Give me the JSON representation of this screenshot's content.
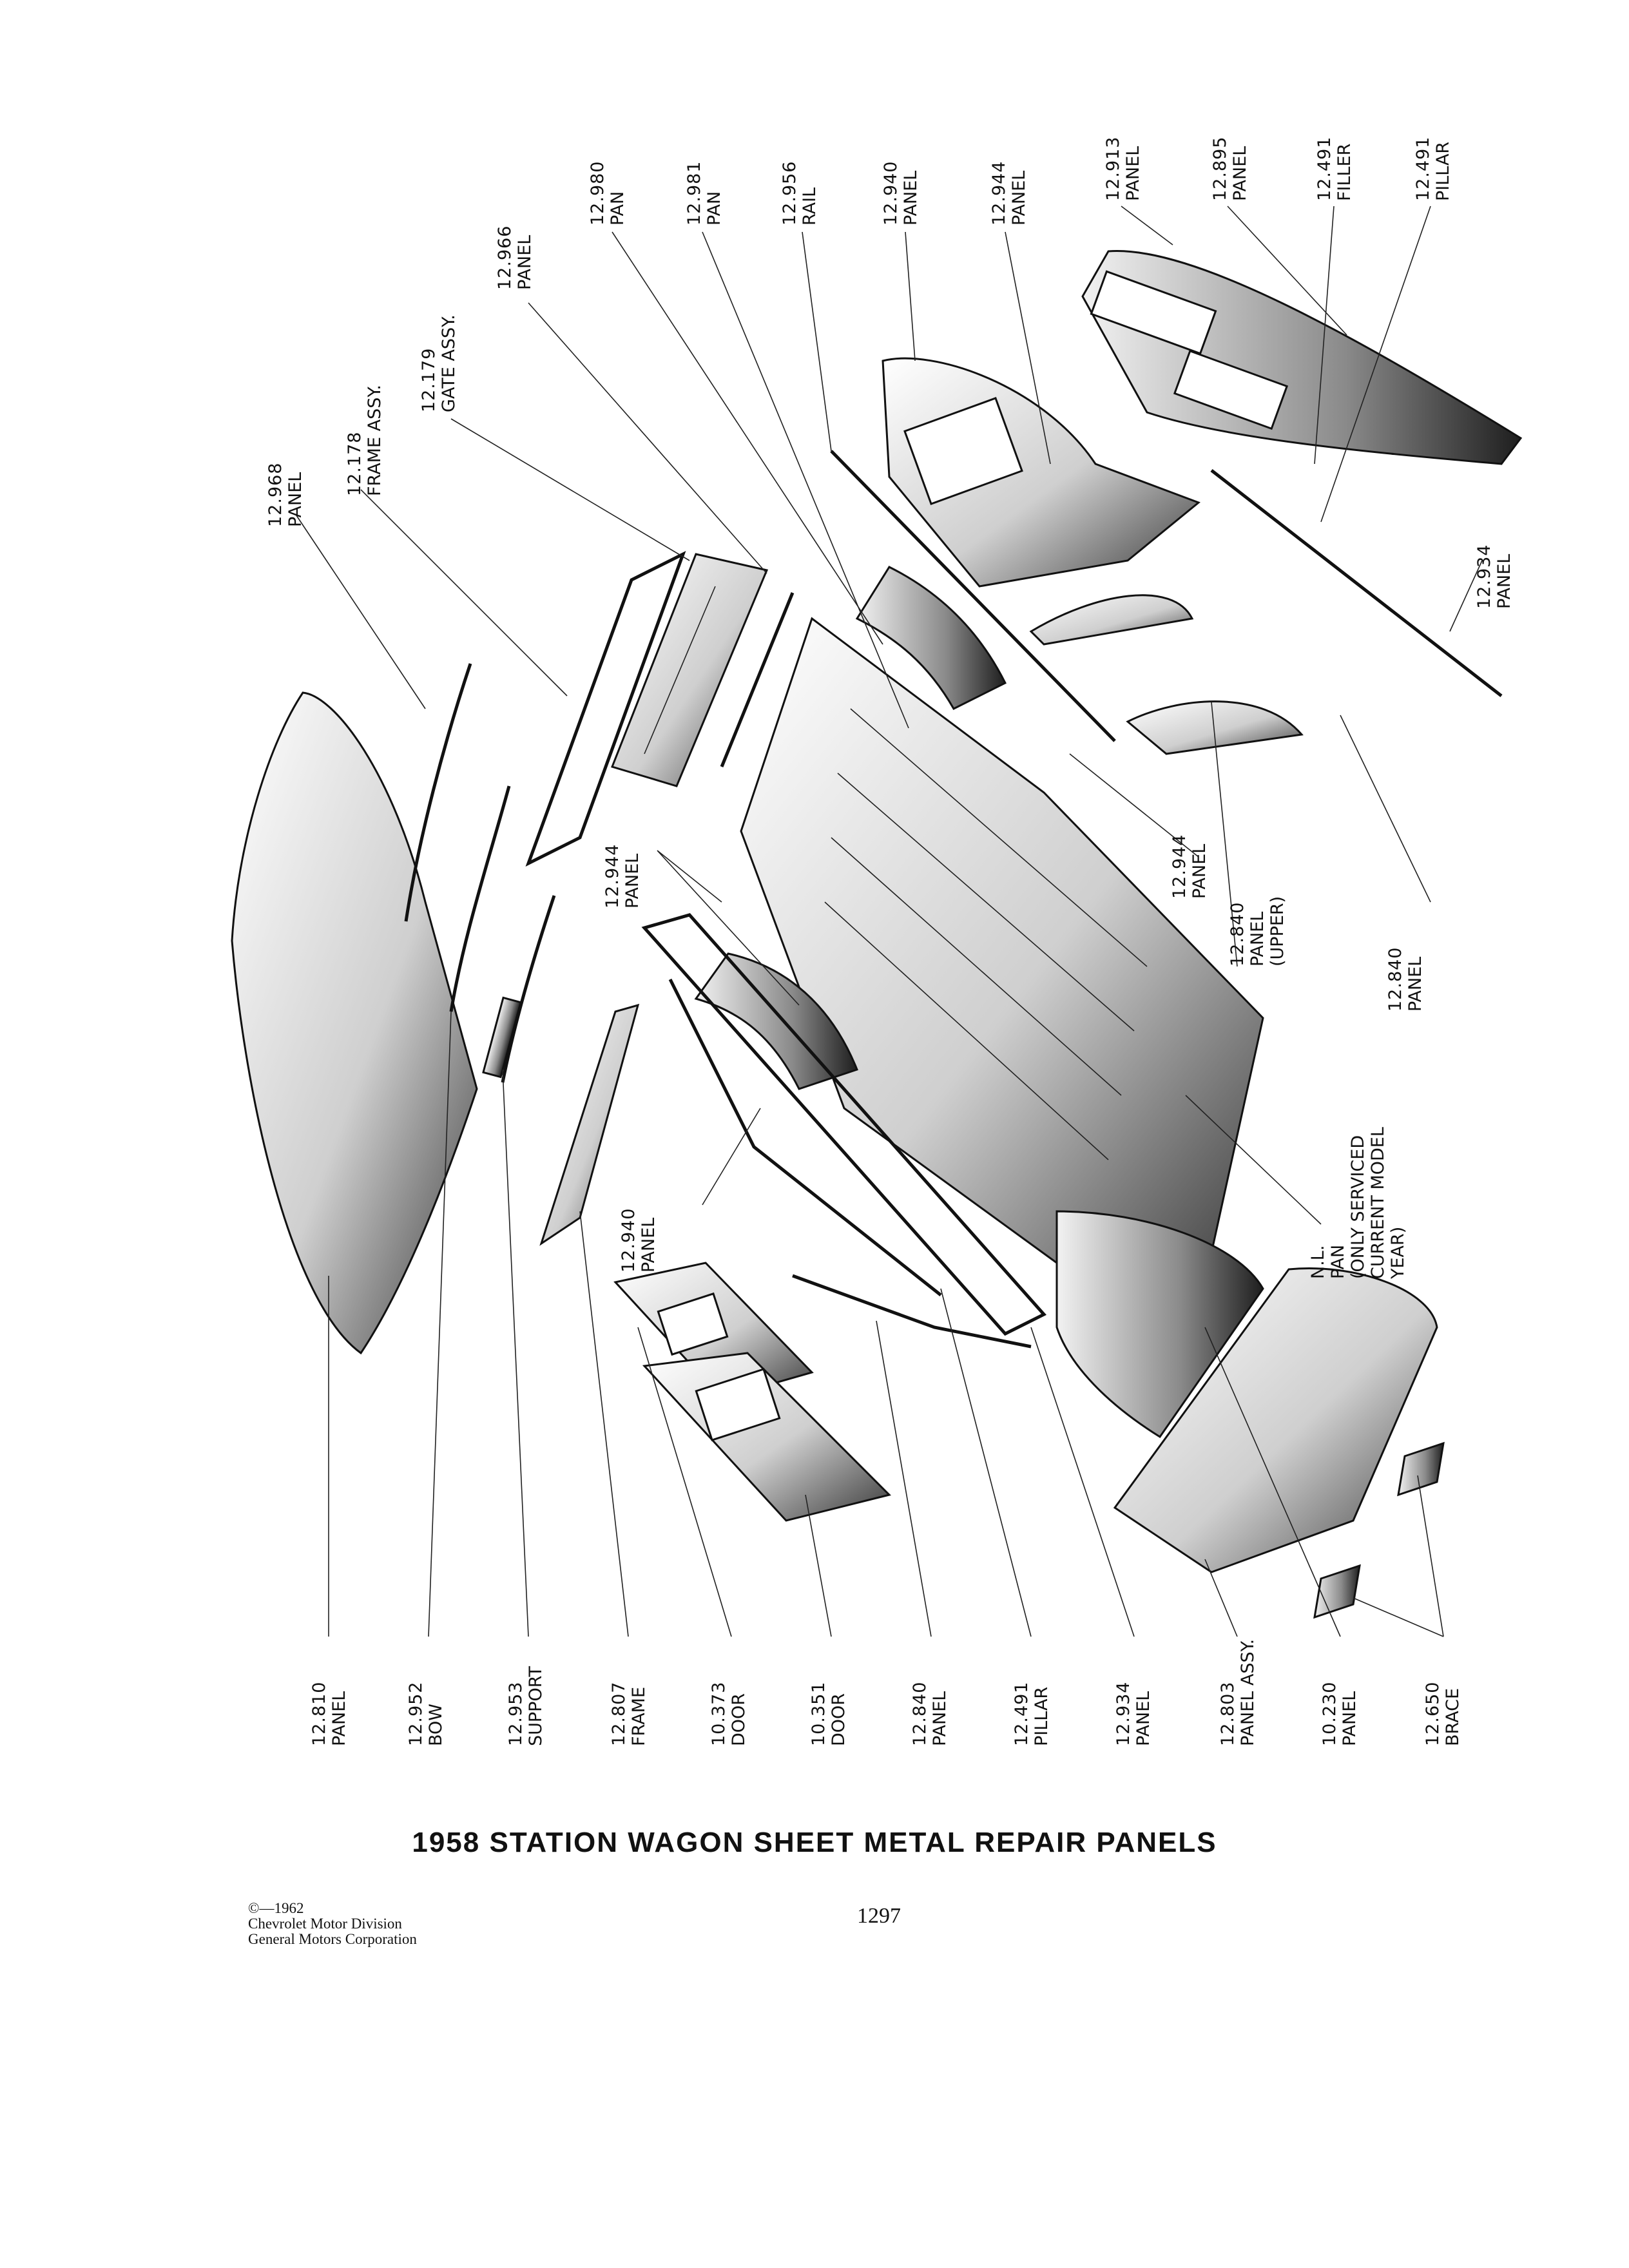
{
  "title": "1958 STATION WAGON SHEET METAL REPAIR PANELS",
  "page_number": "1297",
  "copyright": {
    "line1": "©—1962",
    "line2": "Chevrolet Motor Division",
    "line3": "General Motors Corporation"
  },
  "labels": {
    "top": [
      {
        "num": "12.968",
        "name": "PANEL"
      },
      {
        "num": "12.178",
        "name": "FRAME ASSY."
      },
      {
        "num": "12.179",
        "name": "GATE ASSY."
      },
      {
        "num": "12.966",
        "name": "PANEL"
      },
      {
        "num": "12.980",
        "name": "PAN"
      },
      {
        "num": "12.981",
        "name": "PAN"
      },
      {
        "num": "12.956",
        "name": "RAIL"
      },
      {
        "num": "12.940",
        "name": "PANEL"
      },
      {
        "num": "12.944",
        "name": "PANEL"
      },
      {
        "num": "12.913",
        "name": "PANEL"
      },
      {
        "num": "12.895",
        "name": "PANEL"
      },
      {
        "num": "12.491",
        "name": "FILLER"
      },
      {
        "num": "12.491",
        "name": "PILLAR"
      }
    ],
    "bottom": [
      {
        "num": "12.810",
        "name": "PANEL"
      },
      {
        "num": "12.952",
        "name": "BOW"
      },
      {
        "num": "12.953",
        "name": "SUPPORT"
      },
      {
        "num": "12.807",
        "name": "FRAME"
      },
      {
        "num": "10.373",
        "name": "DOOR"
      },
      {
        "num": "10.351",
        "name": "DOOR"
      },
      {
        "num": "12.840",
        "name": "PANEL"
      },
      {
        "num": "12.491",
        "name": "PILLAR"
      },
      {
        "num": "12.934",
        "name": "PANEL"
      },
      {
        "num": "12.803",
        "name": "PANEL ASSY."
      },
      {
        "num": "10.230",
        "name": "PANEL"
      },
      {
        "num": "12.650",
        "name": "BRACE"
      }
    ],
    "inner": {
      "panel_12944_left": {
        "num": "12.944",
        "name": "PANEL"
      },
      "panel_12940_left": {
        "num": "12.940",
        "name": "PANEL"
      },
      "panel_12944_right": {
        "num": "12.944",
        "name": "PANEL"
      },
      "panel_12840_upper": {
        "num": "12.840",
        "name": "PANEL",
        "extra": "(UPPER)"
      },
      "panel_12840_right": {
        "num": "12.840",
        "name": "PANEL"
      },
      "panel_12934_right": {
        "num": "12.934",
        "name": "PANEL"
      },
      "pan_nl": {
        "num": "N.L.",
        "name": "PAN",
        "l3": "(ONLY SERVICED",
        "l4": "CURRENT MODEL",
        "l5": "YEAR)"
      }
    }
  }
}
